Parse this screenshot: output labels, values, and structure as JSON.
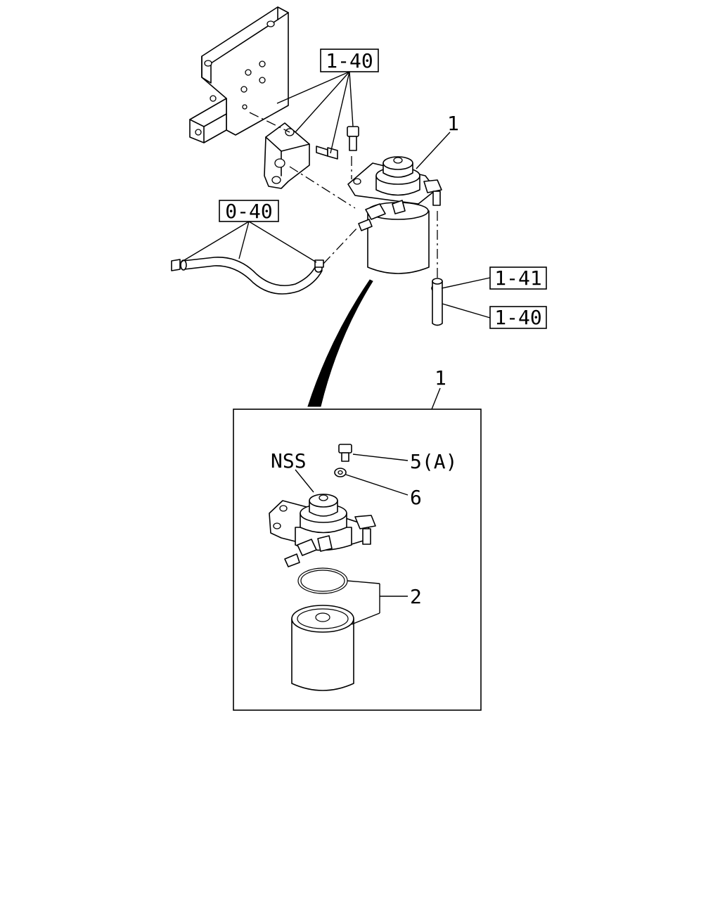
{
  "diagram": {
    "ref_labels": {
      "bracket_bolts": "1-40",
      "hose_assembly": "0-40",
      "clip": "1-41",
      "pipe": "1-40"
    },
    "callouts": {
      "filter_assembly_top": "1",
      "filter_assembly_detail": "1",
      "nss": "NSS",
      "bolt": "5(A)",
      "washer": "6",
      "element": "2"
    }
  }
}
